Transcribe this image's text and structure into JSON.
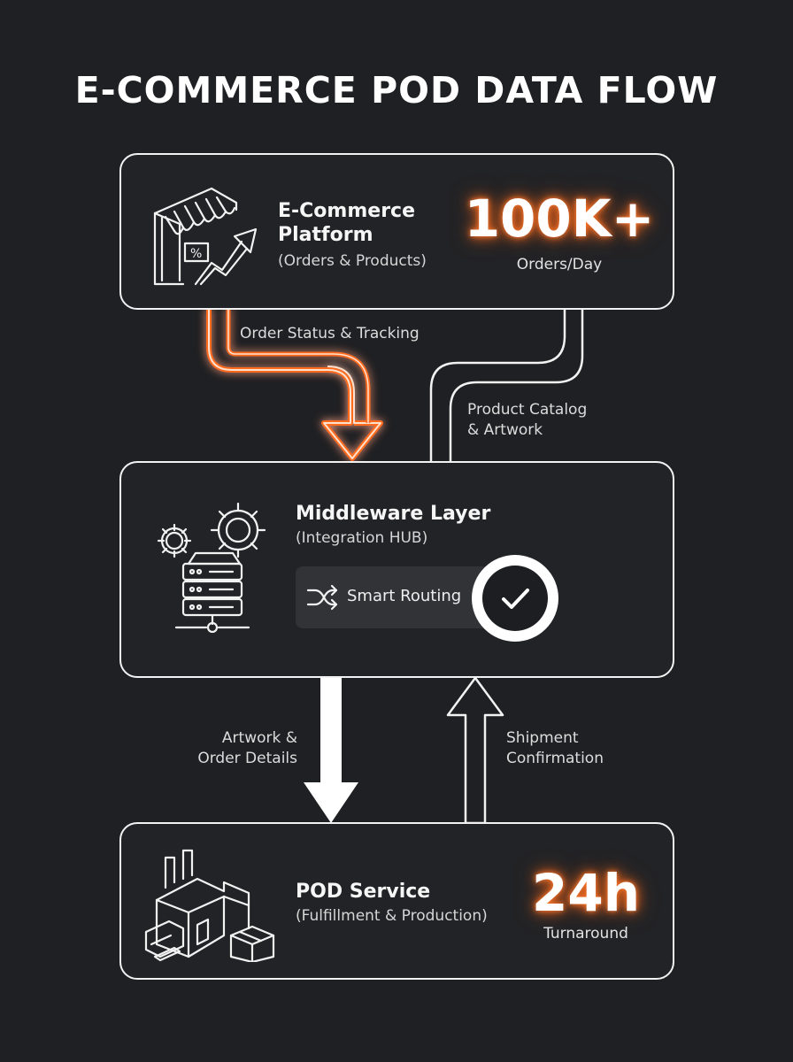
{
  "title": "E-COMMERCE POD DATA FLOW",
  "nodes": {
    "platform": {
      "title_line1": "E-Commerce",
      "title_line2": "Platform",
      "subtitle": "(Orders & Products)",
      "metric": "100K+",
      "metric_label": "Orders/Day",
      "icon": "storefront-growth-icon"
    },
    "middleware": {
      "title": "Middleware Layer",
      "subtitle": "(Integration HUB)",
      "chip_label": "Smart Routing",
      "icon": "server-gears-icon",
      "chip_icon": "shuffle-icon",
      "badge_icon": "check-circle-icon"
    },
    "pod": {
      "title": "POD Service",
      "subtitle": "(Fulfillment & Production)",
      "metric": "24h",
      "metric_label": "Turnaround",
      "icon": "factory-icon"
    }
  },
  "edges": {
    "order_status": {
      "label": "Order Status & Tracking"
    },
    "product_catalog": {
      "line1": "Product Catalog",
      "line2": "& Artwork"
    },
    "artwork_details": {
      "line1": "Artwork &",
      "line2": "Order Details"
    },
    "shipment": {
      "line1": "Shipment",
      "line2": "Confirmation"
    }
  },
  "colors": {
    "background": "#1f2023",
    "line": "#f2f2f2",
    "accent_glow": "#ff6a1a"
  }
}
